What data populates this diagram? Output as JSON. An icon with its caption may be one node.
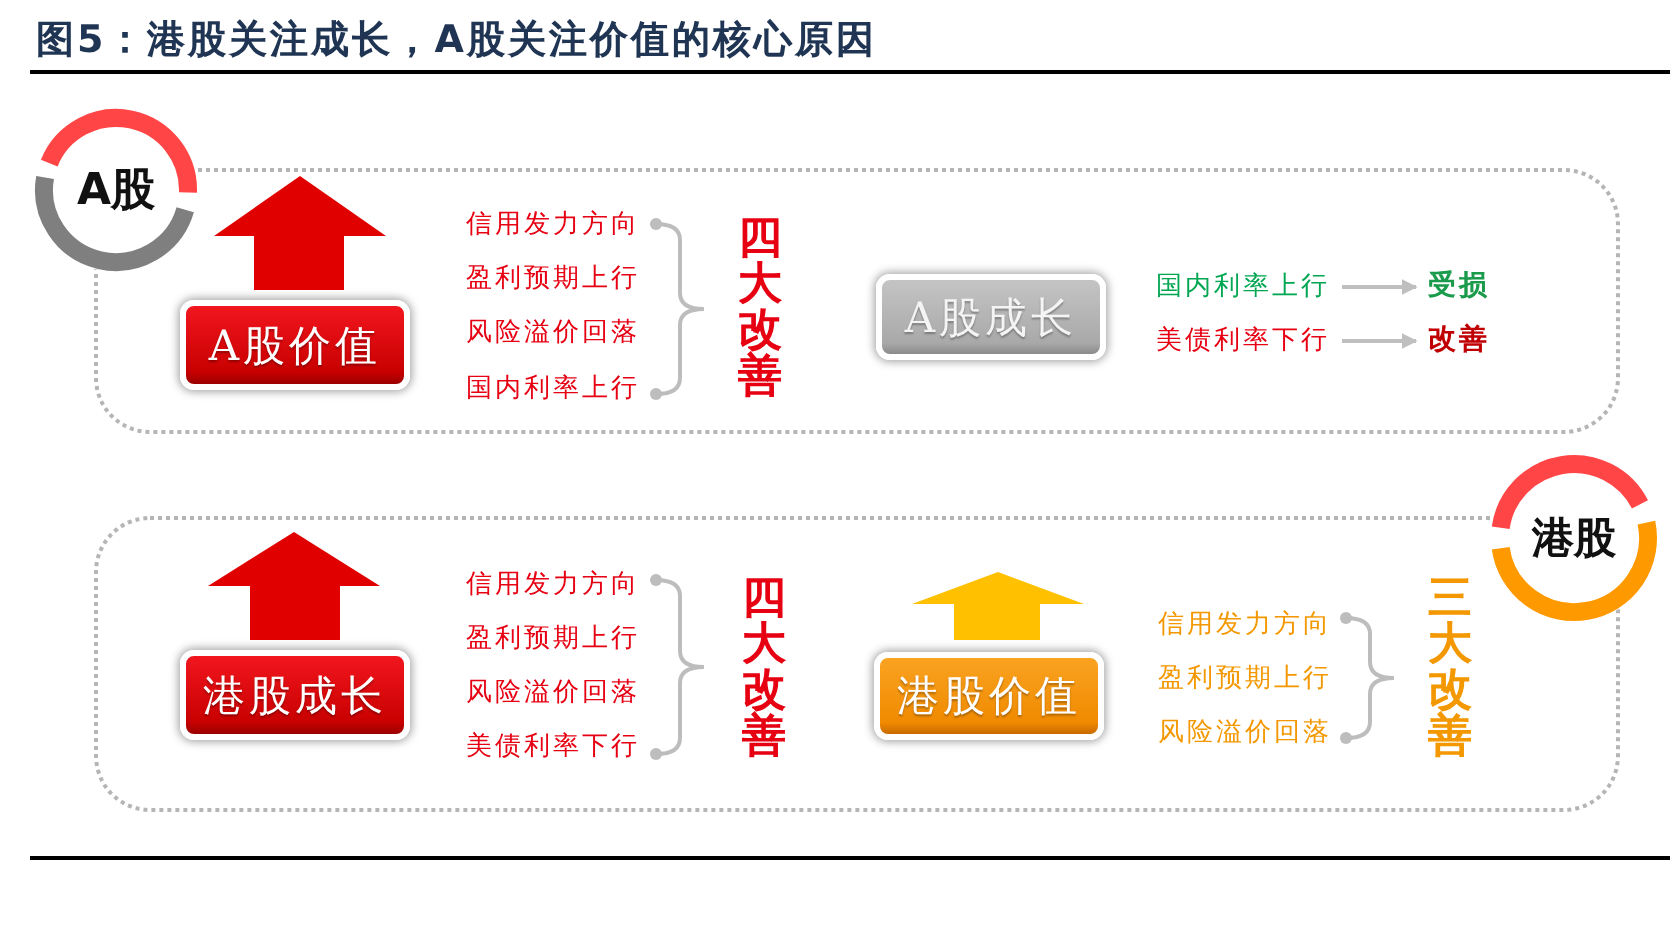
{
  "diagram": {
    "title": "图5：港股关注成长，A股关注价值的核心原因",
    "nodes": [
      {
        "text": [
          "A股"
        ]
      },
      {
        "text": [],
        "shape": "box"
      },
      {
        "text": [
          "A股价值"
        ],
        "in": 1
      },
      {
        "text": [
          "A股成长"
        ],
        "in": 1
      },
      {
        "text": [
          "国内利率上行"
        ],
        "in": 1
      },
      {
        "text": [
          "受损"
        ],
        "in": 1
      },
      {
        "text": [
          "美债利率下行"
        ],
        "in": 1
      },
      {
        "text": [
          "改善"
        ],
        "in": 1
      },
      {
        "text": [
          "港股"
        ]
      },
      {
        "text": [],
        "shape": "box"
      },
      {
        "text": [
          "港股成长"
        ],
        "in": 9
      },
      {
        "text": [
          "港股价值"
        ],
        "in": 9
      }
    ],
    "edges": [
      {
        "from": 4,
        "to": 5,
        "arrow": "to"
      },
      {
        "from": 6,
        "to": 7,
        "arrow": "to"
      }
    ],
    "labels": [
      "信用发力方向",
      "盈利预期上行",
      "风险溢价回落",
      "国内利率上行",
      "四大改善",
      "信用发力方向",
      "盈利预期上行",
      "风险溢价回落",
      "美债利率下行",
      "四大改善",
      "信用发力方向",
      "盈利预期上行",
      "风险溢价回落",
      "三大改善"
    ]
  }
}
